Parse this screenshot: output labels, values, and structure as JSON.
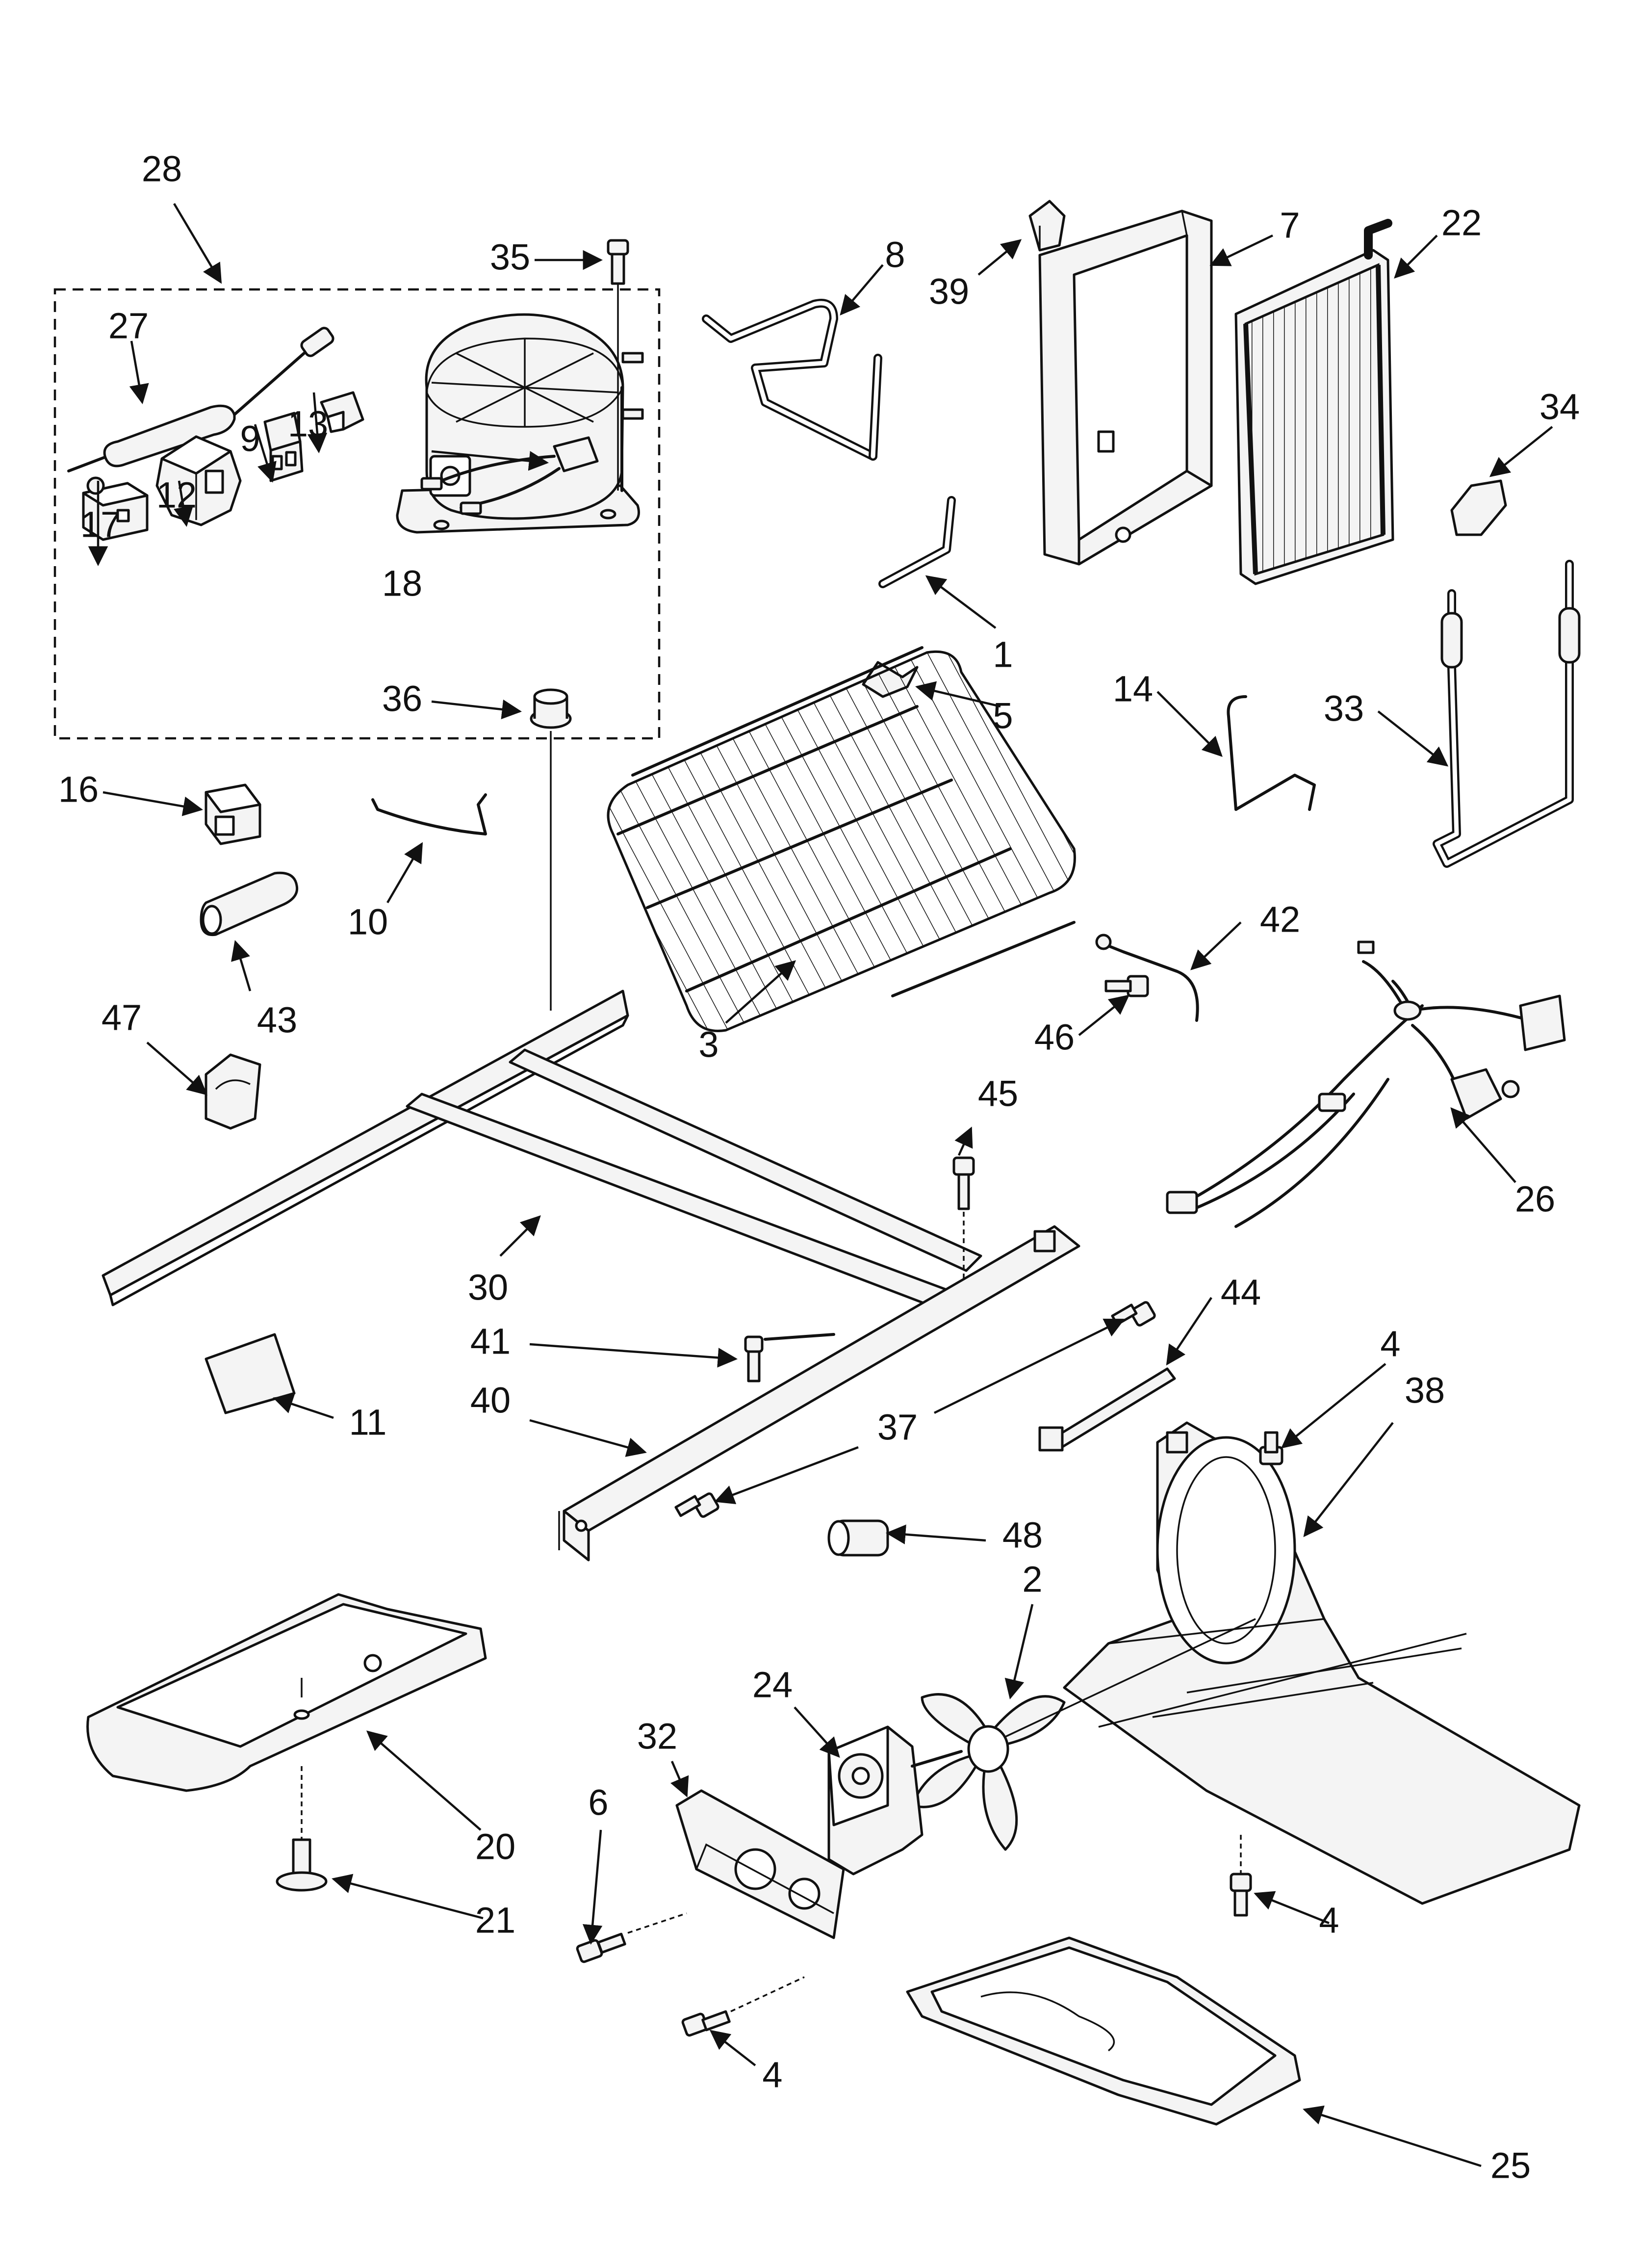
{
  "diagram": {
    "labels": [
      "28",
      "35",
      "27",
      "9",
      "13",
      "12",
      "17",
      "18",
      "36",
      "8",
      "39",
      "7",
      "22",
      "34",
      "1",
      "5",
      "14",
      "33",
      "16",
      "10",
      "43",
      "3",
      "42",
      "46",
      "47",
      "45",
      "26",
      "30",
      "41",
      "40",
      "37",
      "11",
      "44",
      "4",
      "38",
      "48",
      "2",
      "24",
      "32",
      "6",
      "20",
      "21",
      "25"
    ]
  }
}
